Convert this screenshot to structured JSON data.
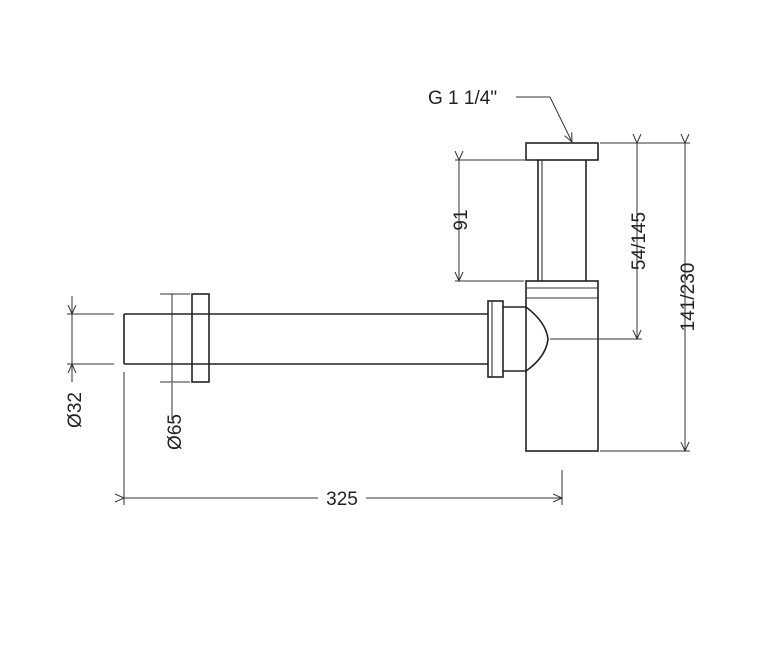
{
  "labels": {
    "thread": "G 1 1/4\"",
    "height_91": "91",
    "height_54_145": "54/145",
    "height_141_230": "141/230",
    "dia_32": "Ø32",
    "dia_65": "Ø65",
    "length_325": "325"
  },
  "colors": {
    "line": "#222222",
    "background": "#ffffff"
  }
}
